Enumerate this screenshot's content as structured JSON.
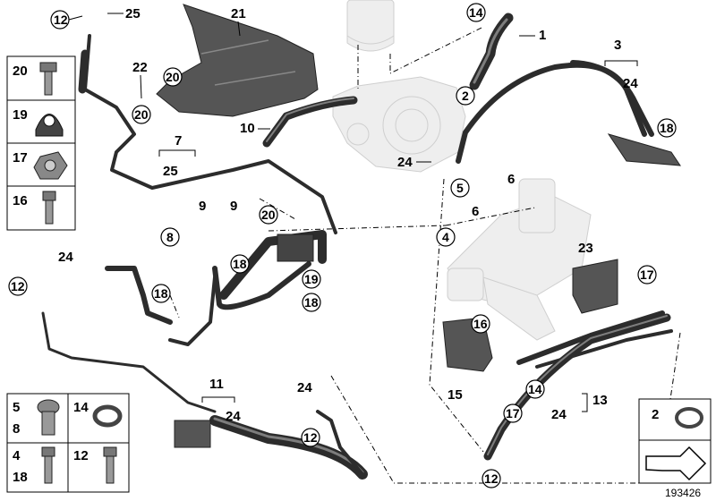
{
  "diagram_id": "193426",
  "legend_left": [
    {
      "num": "20",
      "icon": "hex-bolt-icon"
    },
    {
      "num": "19",
      "icon": "rubber-mount-icon"
    },
    {
      "num": "17",
      "icon": "hex-nut-icon"
    },
    {
      "num": "16",
      "icon": "allen-bolt-icon"
    }
  ],
  "legend_bottom": [
    {
      "nums": [
        "5",
        "8"
      ],
      "icon": "banjo-bolt-icon"
    },
    {
      "nums": [
        "14"
      ],
      "icon": "hose-clamp-icon"
    },
    {
      "nums": [
        "4",
        "18"
      ],
      "icon": "flange-bolt-icon"
    },
    {
      "nums": [
        "12"
      ],
      "icon": "socket-screw-icon"
    }
  ],
  "legend_right": {
    "num": "2",
    "icon": "spring-clamp-icon",
    "arrow_icon": "direction-arrow-icon"
  },
  "callouts": {
    "c1": "1",
    "c2": "2",
    "c3": "3",
    "c4": "4",
    "c5": "5",
    "c6a": "6",
    "c6b": "6",
    "c7": "7",
    "c8": "8",
    "c9a": "9",
    "c9b": "9",
    "c10": "10",
    "c11": "11",
    "c12a": "12",
    "c12b": "12",
    "c12c": "12",
    "c12d": "12",
    "c13": "13",
    "c14a": "14",
    "c14b": "14",
    "c15": "15",
    "c16": "16",
    "c17a": "17",
    "c17b": "17",
    "c18a": "18",
    "c18b": "18",
    "c18c": "18",
    "c18d": "18",
    "c19": "19",
    "c20a": "20",
    "c20b": "20",
    "c20c": "20",
    "c21": "21",
    "c22": "22",
    "c23": "23",
    "c24a": "24",
    "c24b": "24",
    "c24c": "24",
    "c24d": "24",
    "c24e": "24",
    "c24f": "24",
    "c25a": "25",
    "c25b": "25"
  }
}
